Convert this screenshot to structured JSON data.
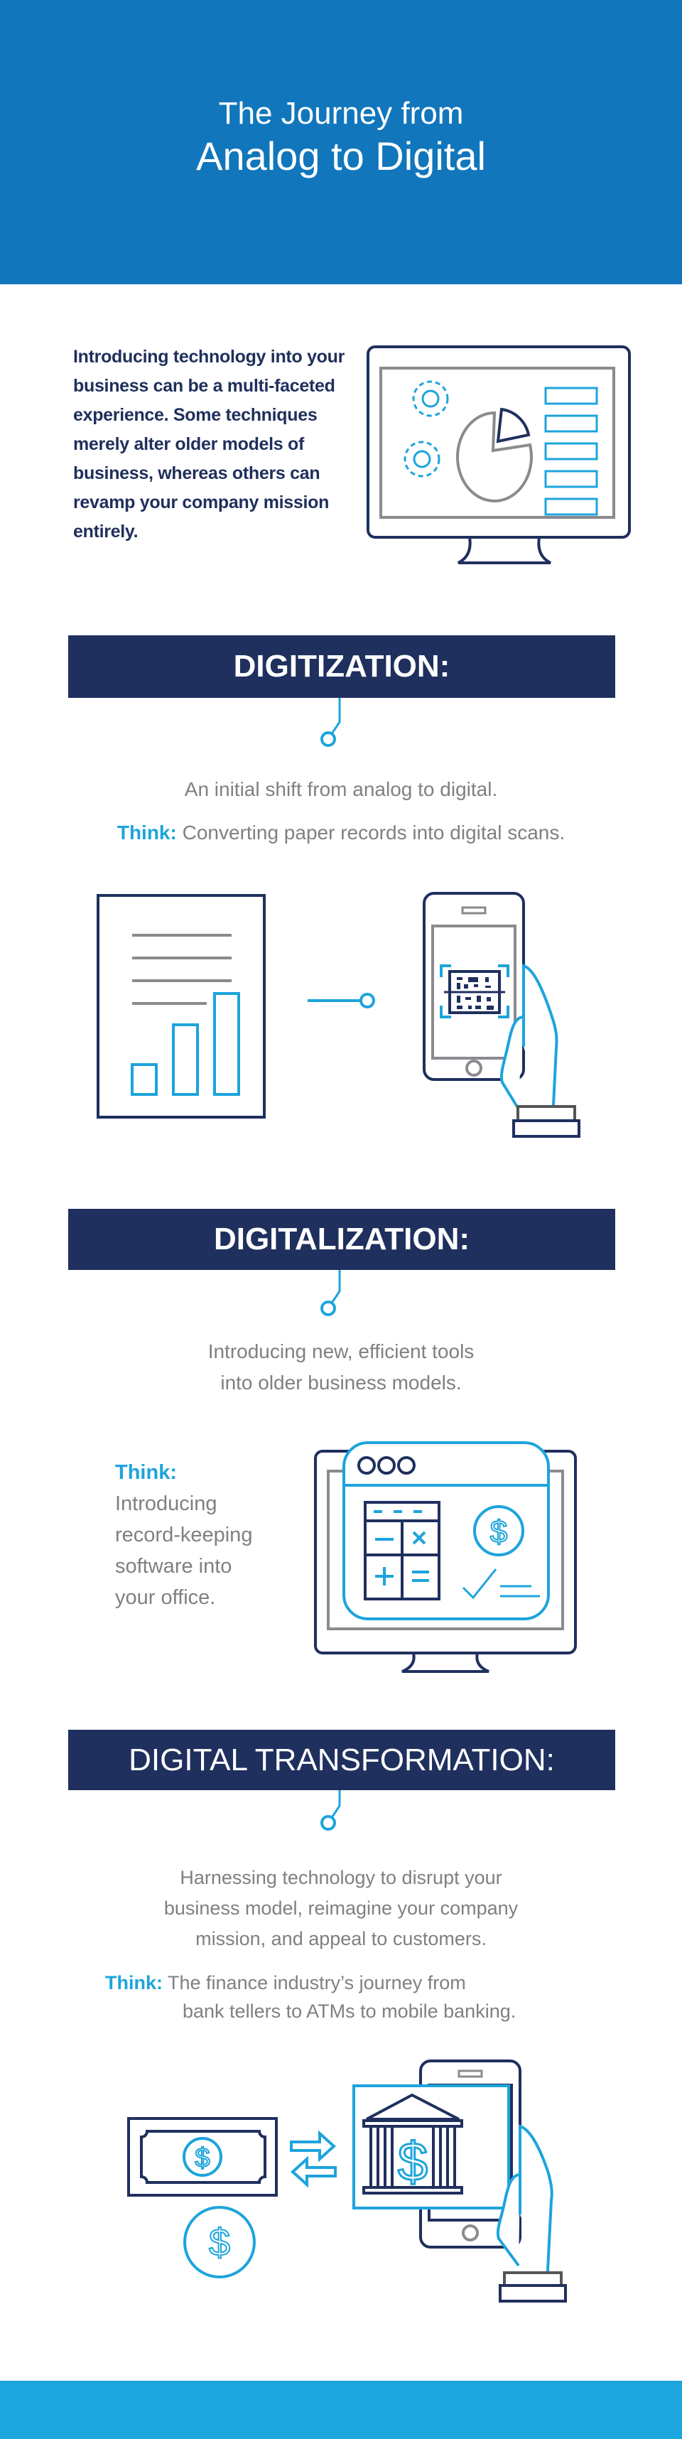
{
  "header": {
    "title_line1": "The Journey from",
    "title_line2": "Analog to Digital"
  },
  "intro": {
    "text": "Introducing technology into your business can be a multi-faceted experience. Some techniques merely alter older models of business, whereas others can revamp your company mission entirely."
  },
  "sections": [
    {
      "title": "DIGITIZATION:",
      "description": "An initial shift from analog to digital.",
      "think_label": "Think:",
      "think_text": "Converting paper records into digital scans."
    },
    {
      "title": "DIGITALIZATION:",
      "description_line1": "Introducing new, efficient tools",
      "description_line2": "into older business models.",
      "think_label": "Think:",
      "think_lines": [
        "Introducing",
        "record-keeping",
        "software into",
        "your office."
      ]
    },
    {
      "title": "DIGITAL TRANSFORMATION:",
      "description_line1": "Harnessing technology to disrupt your",
      "description_line2": "business model, reimagine your company",
      "description_line3": "mission, and appeal to customers.",
      "think_label": "Think:",
      "think_line1": "The finance industry’s journey from",
      "think_line2": "bank tellers to ATMs to mobile banking."
    }
  ],
  "colors": {
    "header": "#1176bc",
    "navy": "#1f305e",
    "accent": "#1da4dc",
    "text_gray": "#7f7f84",
    "footer": "#1da5dd"
  }
}
